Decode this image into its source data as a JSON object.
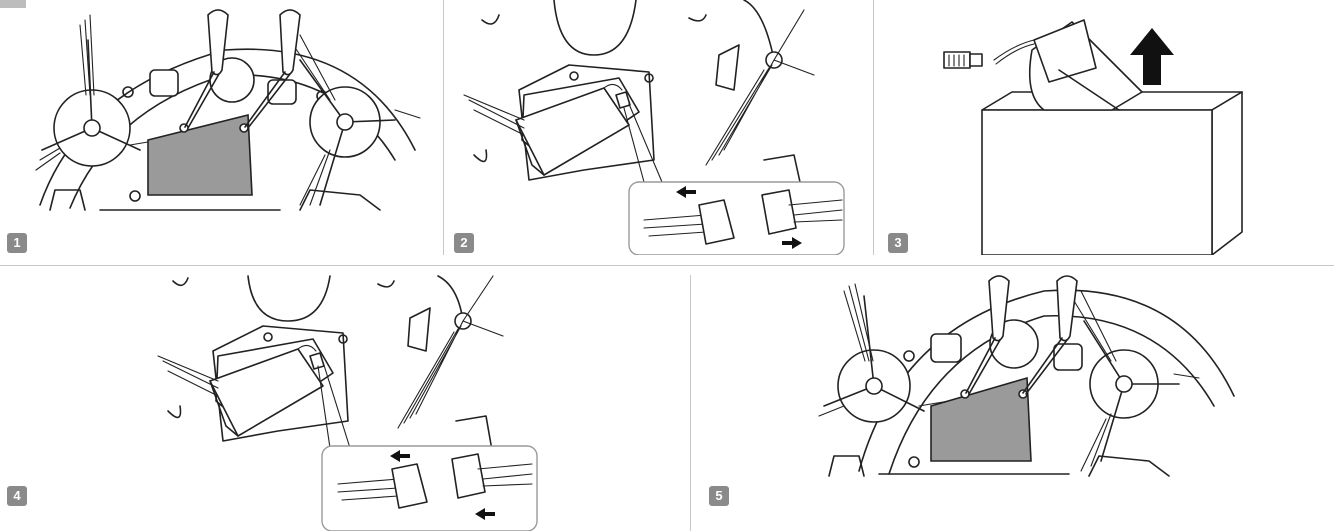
{
  "steps": [
    {
      "number": "1",
      "description_icon": "remove-screws-icon"
    },
    {
      "number": "2",
      "description_icon": "disconnect-connector-icon"
    },
    {
      "number": "3",
      "description_icon": "lift-battery-icon"
    },
    {
      "number": "4",
      "description_icon": "connect-connector-icon"
    },
    {
      "number": "5",
      "description_icon": "tighten-screws-icon"
    }
  ],
  "colors": {
    "badge": "#8a8a8a",
    "battery_cover": "#9a9a9a",
    "divider": "#c8c8c8",
    "outline": "#222222"
  }
}
